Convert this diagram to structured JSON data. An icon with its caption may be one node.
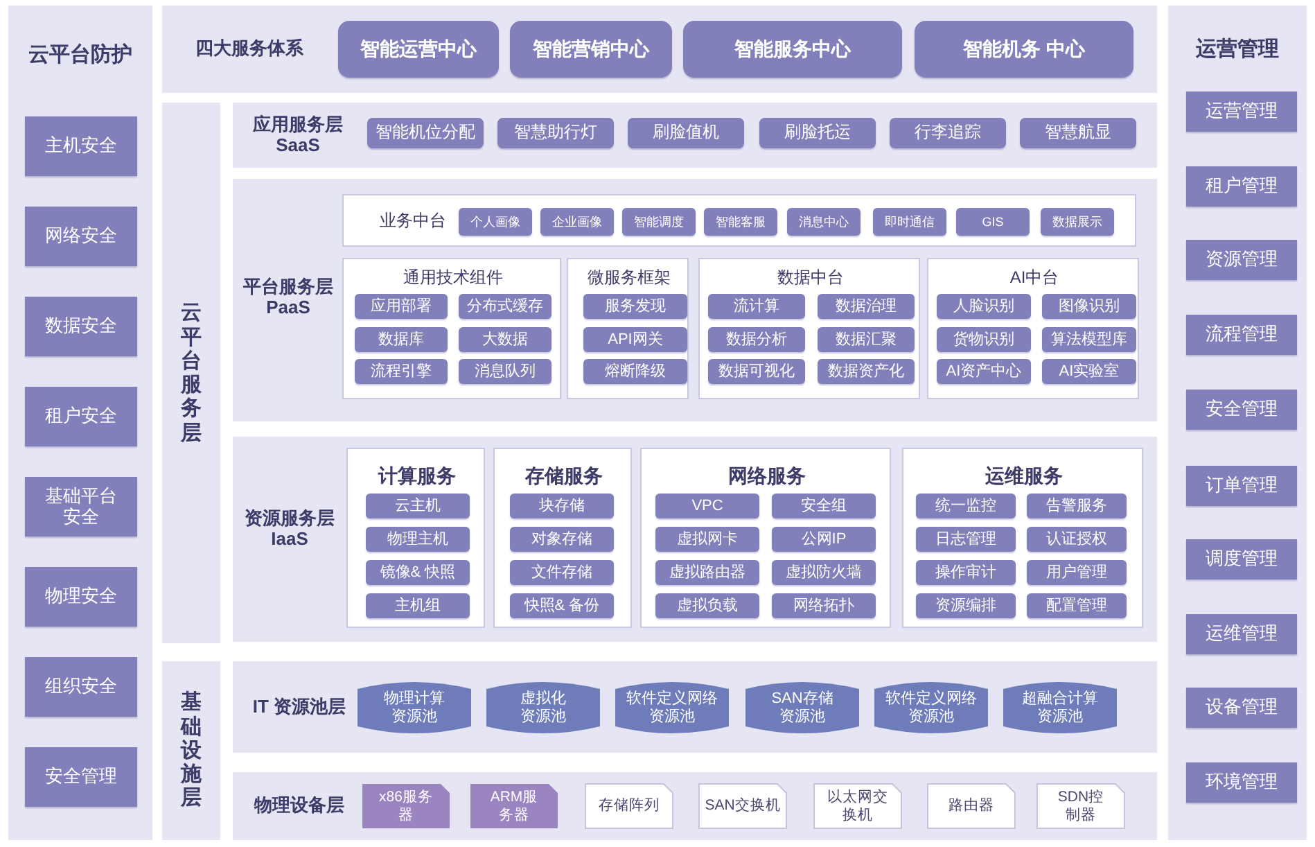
{
  "diagram": {
    "nodes": [
      {
        "text": [
          "云平台防护"
        ]
      },
      {
        "text": [
          "主机安全"
        ],
        "in": 0
      },
      {
        "text": [
          "网络安全"
        ],
        "in": 0
      },
      {
        "text": [
          "数据安全"
        ],
        "in": 0
      },
      {
        "text": [
          "租户安全"
        ],
        "in": 0
      },
      {
        "text": [
          "基础平台安全"
        ],
        "in": 0
      },
      {
        "text": [
          "物理安全"
        ],
        "in": 0
      },
      {
        "text": [
          "组织安全"
        ],
        "in": 0
      },
      {
        "text": [
          "安全管理"
        ],
        "in": 0
      },
      {
        "text": [
          "四大服务体系"
        ]
      },
      {
        "text": [
          "智能运营中心"
        ],
        "in": 9
      },
      {
        "text": [
          "智能营销中心"
        ],
        "in": 9
      },
      {
        "text": [
          "智能服务中心"
        ],
        "in": 9
      },
      {
        "text": [
          "智能机务 中心"
        ],
        "in": 9
      },
      {
        "text": [
          "云平台服务层"
        ]
      },
      {
        "text": [
          "应用服务层 SaaS"
        ]
      },
      {
        "text": [
          "智能机位分配"
        ],
        "in": 15
      },
      {
        "text": [
          "智慧助行灯"
        ],
        "in": 15
      },
      {
        "text": [
          "刷脸值机"
        ],
        "in": 15
      },
      {
        "text": [
          "刷脸托运"
        ],
        "in": 15
      },
      {
        "text": [
          "行李追踪"
        ],
        "in": 15
      },
      {
        "text": [
          "智慧航显"
        ],
        "in": 15
      },
      {
        "text": [
          "平台服务层 PaaS"
        ]
      },
      {
        "text": [
          "业务中台"
        ],
        "in": 22
      },
      {
        "text": [
          "个人画像"
        ],
        "in": 23
      },
      {
        "text": [
          "企业画像"
        ],
        "in": 23
      },
      {
        "text": [
          "智能调度"
        ],
        "in": 23
      },
      {
        "text": [
          "智能客服"
        ],
        "in": 23
      },
      {
        "text": [
          "消息中心"
        ],
        "in": 23
      },
      {
        "text": [
          "即时通信"
        ],
        "in": 23
      },
      {
        "text": [
          "GIS"
        ],
        "in": 23
      },
      {
        "text": [
          "数据展示"
        ],
        "in": 23
      },
      {
        "text": [
          "通用技术组件"
        ],
        "in": 22
      },
      {
        "text": [
          "应用部署"
        ],
        "in": 32
      },
      {
        "text": [
          "分布式缓存"
        ],
        "in": 32
      },
      {
        "text": [
          "数据库"
        ],
        "in": 32
      },
      {
        "text": [
          "大数据"
        ],
        "in": 32
      },
      {
        "text": [
          "流程引擎"
        ],
        "in": 32
      },
      {
        "text": [
          "消息队列"
        ],
        "in": 32
      },
      {
        "text": [
          "微服务框架"
        ],
        "in": 22
      },
      {
        "text": [
          "服务发现"
        ],
        "in": 39
      },
      {
        "text": [
          "API网关"
        ],
        "in": 39
      },
      {
        "text": [
          "熔断降级"
        ],
        "in": 39
      },
      {
        "text": [
          "数据中台"
        ],
        "in": 22
      },
      {
        "text": [
          "流计算"
        ],
        "in": 43
      },
      {
        "text": [
          "数据治理"
        ],
        "in": 43
      },
      {
        "text": [
          "数据分析"
        ],
        "in": 43
      },
      {
        "text": [
          "数据汇聚"
        ],
        "in": 43
      },
      {
        "text": [
          "数据可视化"
        ],
        "in": 43
      },
      {
        "text": [
          "数据资产化"
        ],
        "in": 43
      },
      {
        "text": [
          "AI中台"
        ],
        "in": 22
      },
      {
        "text": [
          "人脸识别"
        ],
        "in": 50
      },
      {
        "text": [
          "图像识别"
        ],
        "in": 50
      },
      {
        "text": [
          "货物识别"
        ],
        "in": 50
      },
      {
        "text": [
          "算法模型库"
        ],
        "in": 50
      },
      {
        "text": [
          "AI资产中心"
        ],
        "in": 50
      },
      {
        "text": [
          "AI实验室"
        ],
        "in": 50
      },
      {
        "text": [
          "资源服务层 IaaS"
        ]
      },
      {
        "text": [
          "计算服务"
        ],
        "in": 57
      },
      {
        "text": [
          "云主机"
        ],
        "in": 58
      },
      {
        "text": [
          "物理主机"
        ],
        "in": 58
      },
      {
        "text": [
          "镜像& 快照"
        ],
        "in": 58
      },
      {
        "text": [
          "主机组"
        ],
        "in": 58
      },
      {
        "text": [
          "存储服务"
        ],
        "in": 57
      },
      {
        "text": [
          "块存储"
        ],
        "in": 63
      },
      {
        "text": [
          "对象存储"
        ],
        "in": 63
      },
      {
        "text": [
          "文件存储"
        ],
        "in": 63
      },
      {
        "text": [
          "快照& 备份"
        ],
        "in": 63
      },
      {
        "text": [
          "网络服务"
        ],
        "in": 57
      },
      {
        "text": [
          "VPC"
        ],
        "in": 68
      },
      {
        "text": [
          "安全组"
        ],
        "in": 68
      },
      {
        "text": [
          "虚拟网卡"
        ],
        "in": 68
      },
      {
        "text": [
          "公网IP"
        ],
        "in": 68
      },
      {
        "text": [
          "虚拟路由器"
        ],
        "in": 68
      },
      {
        "text": [
          "虚拟防火墙"
        ],
        "in": 68
      },
      {
        "text": [
          "虚拟负载"
        ],
        "in": 68
      },
      {
        "text": [
          "网络拓扑"
        ],
        "in": 68
      },
      {
        "text": [
          "运维服务"
        ],
        "in": 57
      },
      {
        "text": [
          "统一监控"
        ],
        "in": 77
      },
      {
        "text": [
          "告警服务"
        ],
        "in": 77
      },
      {
        "text": [
          "日志管理"
        ],
        "in": 77
      },
      {
        "text": [
          "认证授权"
        ],
        "in": 77
      },
      {
        "text": [
          "操作审计"
        ],
        "in": 77
      },
      {
        "text": [
          "用户管理"
        ],
        "in": 77
      },
      {
        "text": [
          "资源编排"
        ],
        "in": 77
      },
      {
        "text": [
          "配置管理"
        ],
        "in": 77
      },
      {
        "text": [
          "基础设施层"
        ]
      },
      {
        "text": [
          "IT 资源池层"
        ]
      },
      {
        "text": [
          "物理计算资源池"
        ],
        "in": 87
      },
      {
        "text": [
          "虚拟化资源池"
        ],
        "in": 87
      },
      {
        "text": [
          "软件定义网络资源池"
        ],
        "in": 87
      },
      {
        "text": [
          "SAN存储资源池"
        ],
        "in": 87
      },
      {
        "text": [
          "软件定义网络资源池"
        ],
        "in": 87
      },
      {
        "text": [
          "超融合计算资源池"
        ],
        "in": 87
      },
      {
        "text": [
          "物理设备层"
        ]
      },
      {
        "text": [
          "x86服务器"
        ],
        "in": 94
      },
      {
        "text": [
          "ARM服务器"
        ],
        "in": 94
      },
      {
        "text": [
          "存储阵列"
        ],
        "in": 94
      },
      {
        "text": [
          "SAN交换机"
        ],
        "in": 94
      },
      {
        "text": [
          "以太网交换机"
        ],
        "in": 94
      },
      {
        "text": [
          "路由器"
        ],
        "in": 94
      },
      {
        "text": [
          "SDN控制器"
        ],
        "in": 94
      },
      {
        "text": [
          "运营管理"
        ]
      },
      {
        "text": [
          "运营管理"
        ],
        "in": 102
      },
      {
        "text": [
          "租户管理"
        ],
        "in": 102
      },
      {
        "text": [
          "资源管理"
        ],
        "in": 102
      },
      {
        "text": [
          "流程管理"
        ],
        "in": 102
      },
      {
        "text": [
          "安全管理"
        ],
        "in": 102
      },
      {
        "text": [
          "订单管理"
        ],
        "in": 102
      },
      {
        "text": [
          "调度管理"
        ],
        "in": 102
      },
      {
        "text": [
          "运维管理"
        ],
        "in": 102
      },
      {
        "text": [
          "设备管理"
        ],
        "in": 102
      },
      {
        "text": [
          "环境管理"
        ],
        "in": 102
      }
    ]
  }
}
